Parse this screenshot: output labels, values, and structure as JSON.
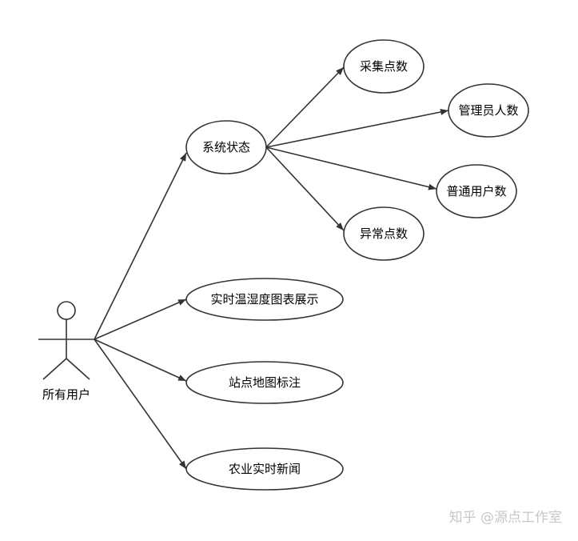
{
  "actor": {
    "label": "所有用户"
  },
  "use_cases": {
    "system_status": "系统状态",
    "collection_points": "采集点数",
    "admin_count": "管理员人数",
    "regular_user_count": "普通用户数",
    "abnormal_points": "异常点数",
    "temp_humidity_chart": "实时温湿度图表展示",
    "site_map_marking": "站点地图标注",
    "agri_news": "农业实时新闻"
  },
  "watermark": {
    "text": "知乎 @源点工作室"
  }
}
